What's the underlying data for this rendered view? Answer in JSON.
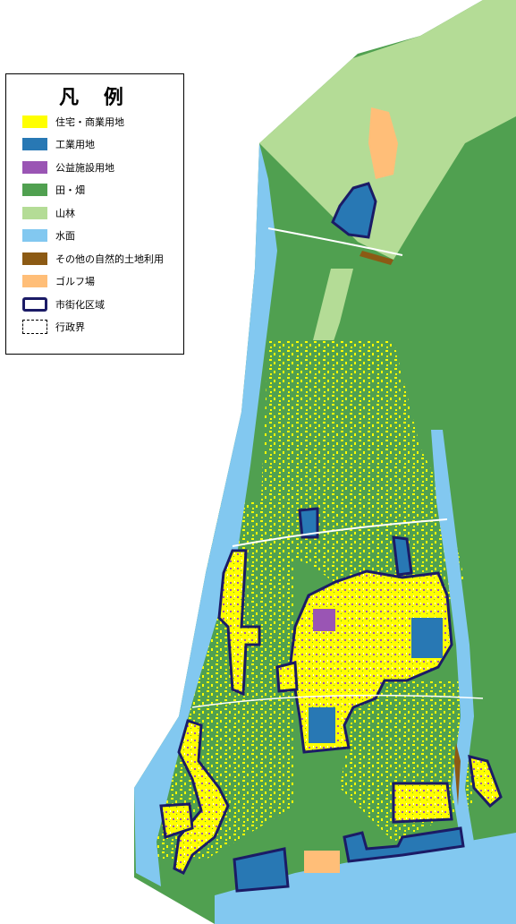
{
  "legend": {
    "title": "凡 例",
    "items": [
      {
        "label": "住宅・商業用地",
        "color": "#ffff00",
        "style": "fill"
      },
      {
        "label": "工業用地",
        "color": "#2878b4",
        "style": "fill"
      },
      {
        "label": "公益施設用地",
        "color": "#9a55b4",
        "style": "fill"
      },
      {
        "label": "田・畑",
        "color": "#50a050",
        "style": "fill"
      },
      {
        "label": "山林",
        "color": "#b4dc96",
        "style": "fill"
      },
      {
        "label": "水面",
        "color": "#82c8f0",
        "style": "fill"
      },
      {
        "label": "その他の自然的土地利用",
        "color": "#8c5a14",
        "style": "fill"
      },
      {
        "label": "ゴルフ場",
        "color": "#ffbe78",
        "style": "fill"
      },
      {
        "label": "市街化区域",
        "color": "#1b1b66",
        "style": "outline"
      },
      {
        "label": "行政界",
        "color": "#000000",
        "style": "dashed"
      }
    ]
  },
  "colors": {
    "residential": "#ffff00",
    "industrial": "#2878b4",
    "public": "#9a55b4",
    "farmland": "#50a050",
    "forest": "#b4dc96",
    "water": "#82c8f0",
    "other_natural": "#8c5a14",
    "golf": "#ffbe78",
    "urbanization_area": "#1b1b66"
  }
}
